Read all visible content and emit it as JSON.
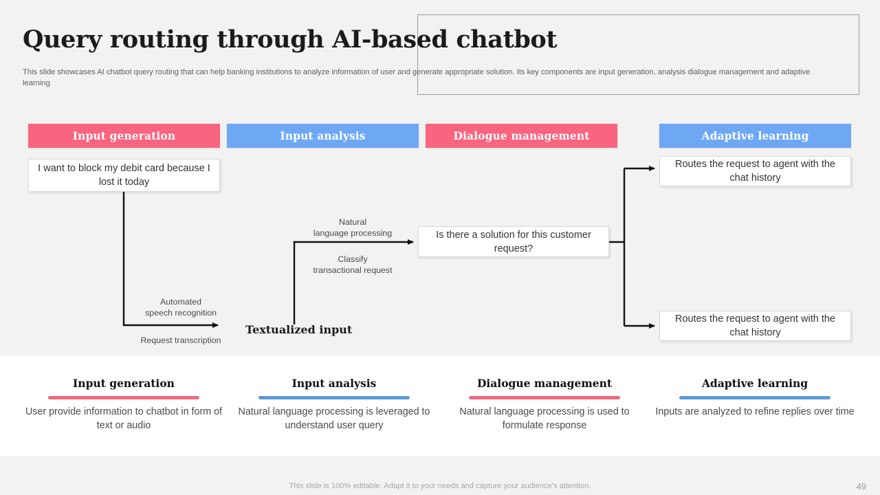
{
  "header": {
    "title": "Query routing through AI-based chatbot",
    "subtitle": "This slide showcases AI chatbot query routing that can help banking institutions to analyze information of user and generate appropriate solution. Its key components are input generation, analysis dialogue management and adaptive learning"
  },
  "colors": {
    "pink": "#f9647e",
    "blue": "#6ea8f5",
    "legend_pink": "#ec6b80",
    "legend_blue": "#5b9bd5",
    "background": "#f2f2f2",
    "band": "#ffffff",
    "arrow": "#111111"
  },
  "columns": [
    {
      "label": "Input generation",
      "color": "#f9647e"
    },
    {
      "label": "Input analysis",
      "color": "#6ea8f5"
    },
    {
      "label": "Dialogue management",
      "color": "#f9647e"
    },
    {
      "label": "Adaptive learning",
      "color": "#6ea8f5"
    }
  ],
  "flow": {
    "user_message": "I want to block my debit card because I lost it today",
    "question_box": "Is there a solution for this customer request?",
    "route_top": "Routes the request to agent with the chat history",
    "route_bottom": "Routes the request to agent with the chat history",
    "label_asr_line1": "Automated",
    "label_asr_line2": "speech recognition",
    "label_request_transcription": "Request transcription",
    "label_textualized_input": "Textualized input",
    "label_nlp_line1": "Natural",
    "label_nlp_line2": "language processing",
    "label_classify_line1": "Classify",
    "label_classify_line2": "transactional request"
  },
  "legend": [
    {
      "title": "Input generation",
      "rule_color": "#ec6b80",
      "desc": "User provide information to chatbot in form of text or audio"
    },
    {
      "title": "Input analysis",
      "rule_color": "#5b9bd5",
      "desc": "Natural language processing is leveraged to understand user query"
    },
    {
      "title": "Dialogue management",
      "rule_color": "#ec6b80",
      "desc": "Natural language processing is used to formulate response"
    },
    {
      "title": "Adaptive learning",
      "rule_color": "#5b9bd5",
      "desc": "Inputs are analyzed to refine replies over time"
    }
  ],
  "footer": {
    "note": "This slide is 100% editable. Adapt it to your needs and capture your audience's attention.",
    "page_number": "49"
  }
}
